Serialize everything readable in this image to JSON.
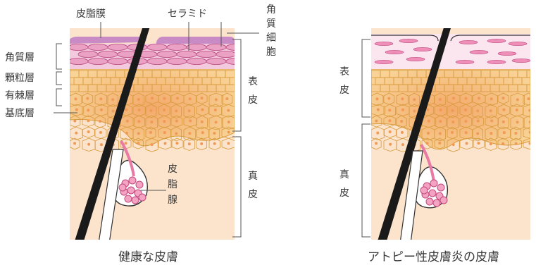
{
  "healthy": {
    "caption": "健康な皮膚",
    "sebum": "皮脂膜",
    "ceramide": "セラミド",
    "corneocyte": [
      "角",
      "質",
      "細",
      "胞"
    ],
    "stratum_corneum": "角質層",
    "stratum_granulosum": "顆粒層",
    "stratum_spinosum": "有棘層",
    "stratum_basale": "基底層",
    "epidermis": [
      "表",
      "皮"
    ],
    "dermis": [
      "真",
      "皮"
    ],
    "sebaceous_gland": [
      "皮",
      "脂",
      "腺"
    ]
  },
  "atopic": {
    "caption": "アトピー性皮膚炎の皮膚",
    "epidermis": [
      "表",
      "皮"
    ],
    "dermis": [
      "真",
      "皮"
    ]
  },
  "colors": {
    "dermis": "#fbe3cc",
    "cell_layer": "#f7c98a",
    "cell_line": "#d99a3c",
    "corneum": "#f6cde0",
    "corneocyte_fill": "#e98ab6",
    "sebum": "#c88bc6",
    "hair": "#1a1a1a",
    "gland": "#e87aa5"
  }
}
